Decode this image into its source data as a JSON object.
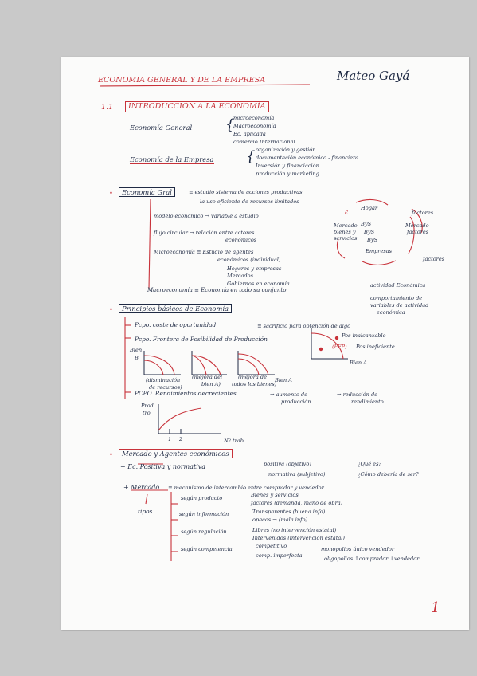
{
  "header": {
    "title": "ECONOMIA GENERAL Y DE LA EMPRESA",
    "author": "Mateo Gayá"
  },
  "section": {
    "number": "1.1",
    "title": "INTRODUCCIÓN A LA ECONOMÍA"
  },
  "econ_general": {
    "label": "Economía General",
    "items": [
      "microeconomía",
      "Macroeconomía",
      "Ec. aplicada",
      "comercio Internacional"
    ]
  },
  "econ_empresa": {
    "label": "Economía de la Empresa",
    "items": [
      "organización y gestión",
      "documentación económico - financiera",
      "Inversión y financiación",
      "producción y marketing"
    ]
  },
  "econ_gral": {
    "label": "Economía Gral",
    "def_line1": "≡ estudio sistema de acciones productivas",
    "def_line2": "la uso eficiente de recursos limitados",
    "modelo": "modelo económico → variable a estudio",
    "flujo_a": "flujo circular → relación entre actores",
    "flujo_b": "económicos",
    "micro_a": "Microeconomía ≡ Estudio de agentes",
    "micro_b": "económicos (individual)",
    "micro_c": "Hogares y empresas",
    "micro_d": "Mercados",
    "micro_e": "Gobiernos en economía",
    "macro": "Macroeconomía ≡ Economía en todo su conjunto",
    "macro_r1": "actividad Económica",
    "macro_r2": "comportamiento de",
    "macro_r3": "variables de actividad",
    "macro_r4": "económica"
  },
  "flow_diagram": {
    "hogar": "Hogar",
    "factores": "factores",
    "mercado_bienes_a": "Mercado",
    "mercado_bienes_b": "bienes y",
    "mercado_bienes_c": "servicios",
    "mercado_factores_a": "Mercado",
    "mercado_factores_b": "factores",
    "bys_top": "ByS",
    "bys_mid": "ByS",
    "bys_bot": "ByS",
    "empresas": "Empresas",
    "factores_bot": "factores",
    "euro": "€"
  },
  "principios": {
    "label": "Principios básicos de Economía",
    "p1_a": "Pcpo. coste de oportunidad",
    "p1_b": "≡ sacrificio para obtención de algo",
    "p2": "Pcpo. Frontera de Posibilidad de Producción",
    "bien_b_a": "Bien",
    "bien_b_b": "B",
    "cap_a": "(disminución",
    "cap_b": "de recursos)",
    "cap_c": "(mejora del",
    "cap_d": "bien A)",
    "cap_e": "(mejora de",
    "cap_f": "todos los bienes)",
    "bien_a_1": "Bien A",
    "bien_a_2": "Bien A",
    "pos_inalc": "Pos inalcanzable",
    "pos_inef": "Pos ineficiente",
    "pfp": "(PFP)",
    "p3_a": "PCPO. Rendimientos decrecientes",
    "p3_b": "→ aumento de",
    "p3_c": "producción",
    "p3_d": "→ reducción de",
    "p3_e": "rendimiento",
    "prod_a": "Prod",
    "prod_b": "tro",
    "ntrab": "Nº trab",
    "tick1": "1",
    "tick2": "2"
  },
  "mercado": {
    "label": "Mercado y Agentes económicos",
    "pos_a": "+ Ec. Positiva y normativa",
    "pos_b": "positiva (objetivo)",
    "pos_c": "¿Qué es?",
    "pos_d": "normativa (subjetivo)",
    "pos_e": "¿Cómo debería de ser?",
    "merc_a": "+ Mercado",
    "merc_b": "≡ mecanismo de intercambio entre comprador y vendedor",
    "tipos": "tipos",
    "segun_producto": "según producto",
    "prod_1": "Bienes y servicios",
    "prod_2": "factores (demanda, mano de obra)",
    "segun_info": "según información",
    "info_1": "Transparentes (buena info)",
    "info_2": "opacos → (mala info)",
    "segun_reg": "según regulación",
    "reg_1": "Libres (no intervención estatal)",
    "reg_2": "Intervenidos (intervención estatal)",
    "segun_comp": "según competencia",
    "comp_1": "competitivo",
    "comp_2": "comp. imperfecta",
    "comp_3": "monopolios único vendedor",
    "comp_4": "oligopolios ↑comprador ↓vendedor"
  },
  "page_number": "1",
  "colors": {
    "ink_red": "#c8323a",
    "ink_dark": "#1f2a44",
    "paper": "#fbfbfa"
  }
}
